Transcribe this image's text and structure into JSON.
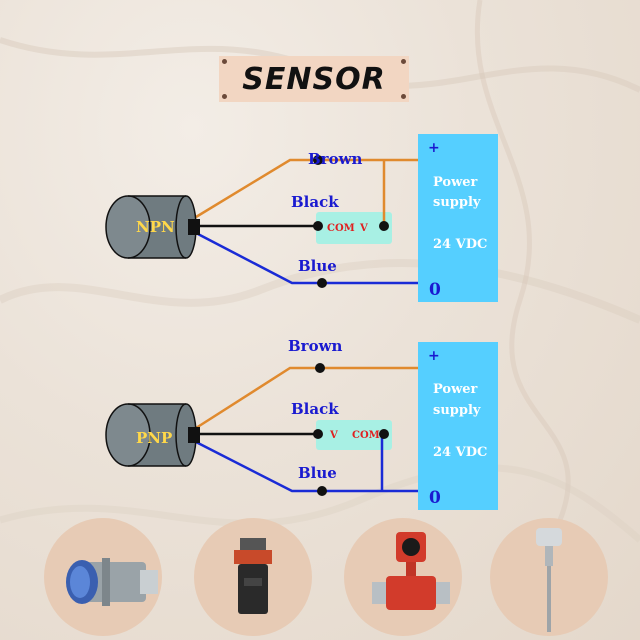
{
  "title": "SENSOR",
  "sensors": [
    {
      "type": "NPN",
      "wires": {
        "brown": "Brown",
        "black": "Black",
        "blue": "Blue"
      },
      "module": {
        "left": "COM",
        "right": "V"
      },
      "supply": {
        "plus": "+",
        "line1": "Power",
        "line2": "supply",
        "voltage": "24 VDC",
        "zero": "0"
      }
    },
    {
      "type": "PNP",
      "wires": {
        "brown": "Brown",
        "black": "Black",
        "blue": "Blue"
      },
      "module": {
        "left": "V",
        "right": "COM"
      },
      "supply": {
        "plus": "+",
        "line1": "Power",
        "line2": "supply",
        "voltage": "24 VDC",
        "zero": "0"
      }
    }
  ],
  "colors": {
    "brown_wire": "#e08a2e",
    "black_wire": "#111111",
    "blue_wire": "#1a2bd6",
    "label_blue": "#1a1ad0",
    "supply_box": "#55cfff",
    "module_box": "#a8f0e4",
    "sensor_body": "#6f7b80",
    "sensor_text": "#ffd84a",
    "title_box": "#f2d6c2"
  },
  "product_images": [
    "inductive-proximity-sensor",
    "ultrasonic-level-sensor",
    "electromagnetic-flowmeter",
    "temperature-probe"
  ]
}
